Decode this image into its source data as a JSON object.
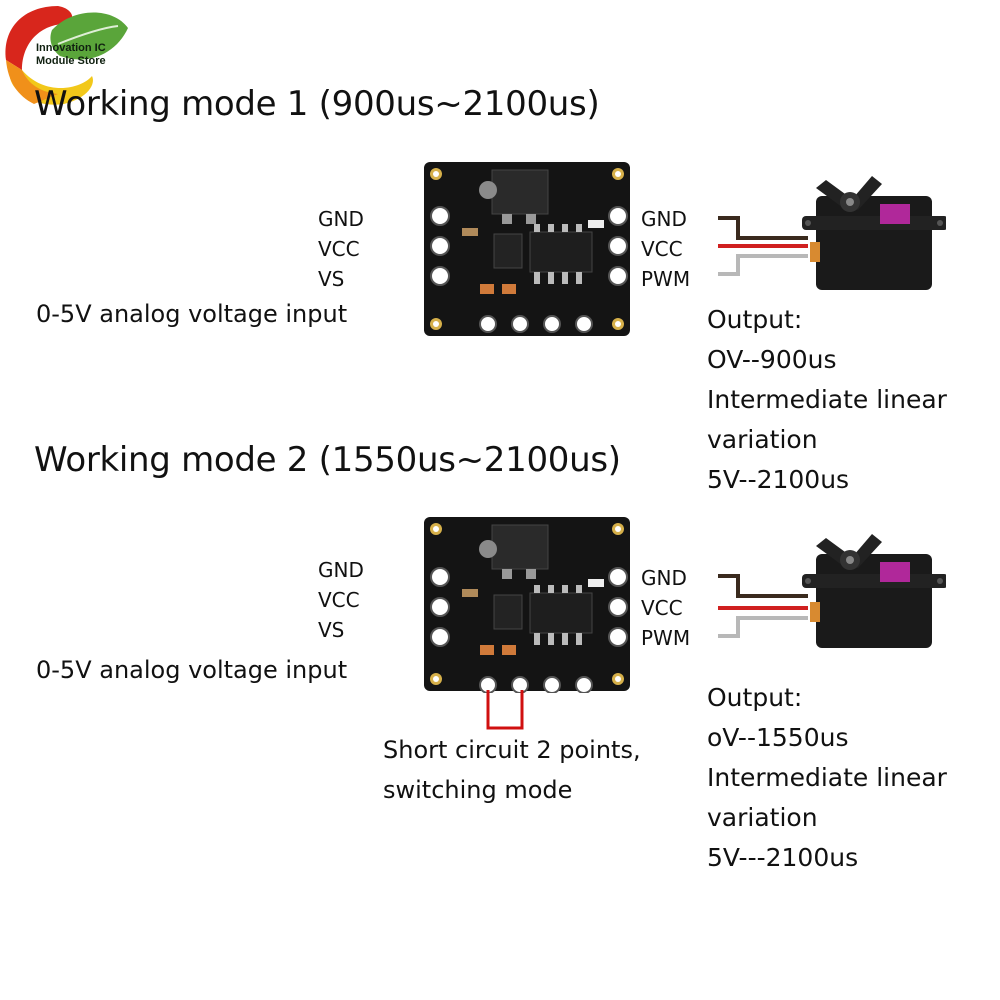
{
  "logo": {
    "line1": "Innovation IC",
    "line2": "Module Store",
    "colors": {
      "red": "#d8261c",
      "orange": "#f0901a",
      "yellow": "#f2c81a",
      "green": "#5aa53a"
    }
  },
  "mode1": {
    "title": "Working mode 1 (900us~2100us)",
    "left_pins": [
      "GND",
      "VCC",
      "VS"
    ],
    "right_pins": [
      "GND",
      "VCC",
      "PWM"
    ],
    "input_label": "0-5V analog voltage input",
    "output": [
      "Output:",
      "OV--900us",
      "Intermediate linear",
      "variation",
      "5V--2100us"
    ]
  },
  "mode2": {
    "title": "Working mode 2 (1550us~2100us)",
    "left_pins": [
      "GND",
      "VCC",
      "VS"
    ],
    "right_pins": [
      "GND",
      "VCC",
      "PWM"
    ],
    "input_label": "0-5V analog voltage input",
    "short_note": [
      "Short circuit 2 points,",
      "switching mode"
    ],
    "output": [
      "Output:",
      "oV--1550us",
      "Intermediate linear",
      "variation",
      "5V---2100us"
    ]
  },
  "wire_colors": {
    "gnd": "#3a2a1e",
    "vcc": "#d02020",
    "pwm": "#b8b8b8"
  },
  "short_color": "#d01010"
}
